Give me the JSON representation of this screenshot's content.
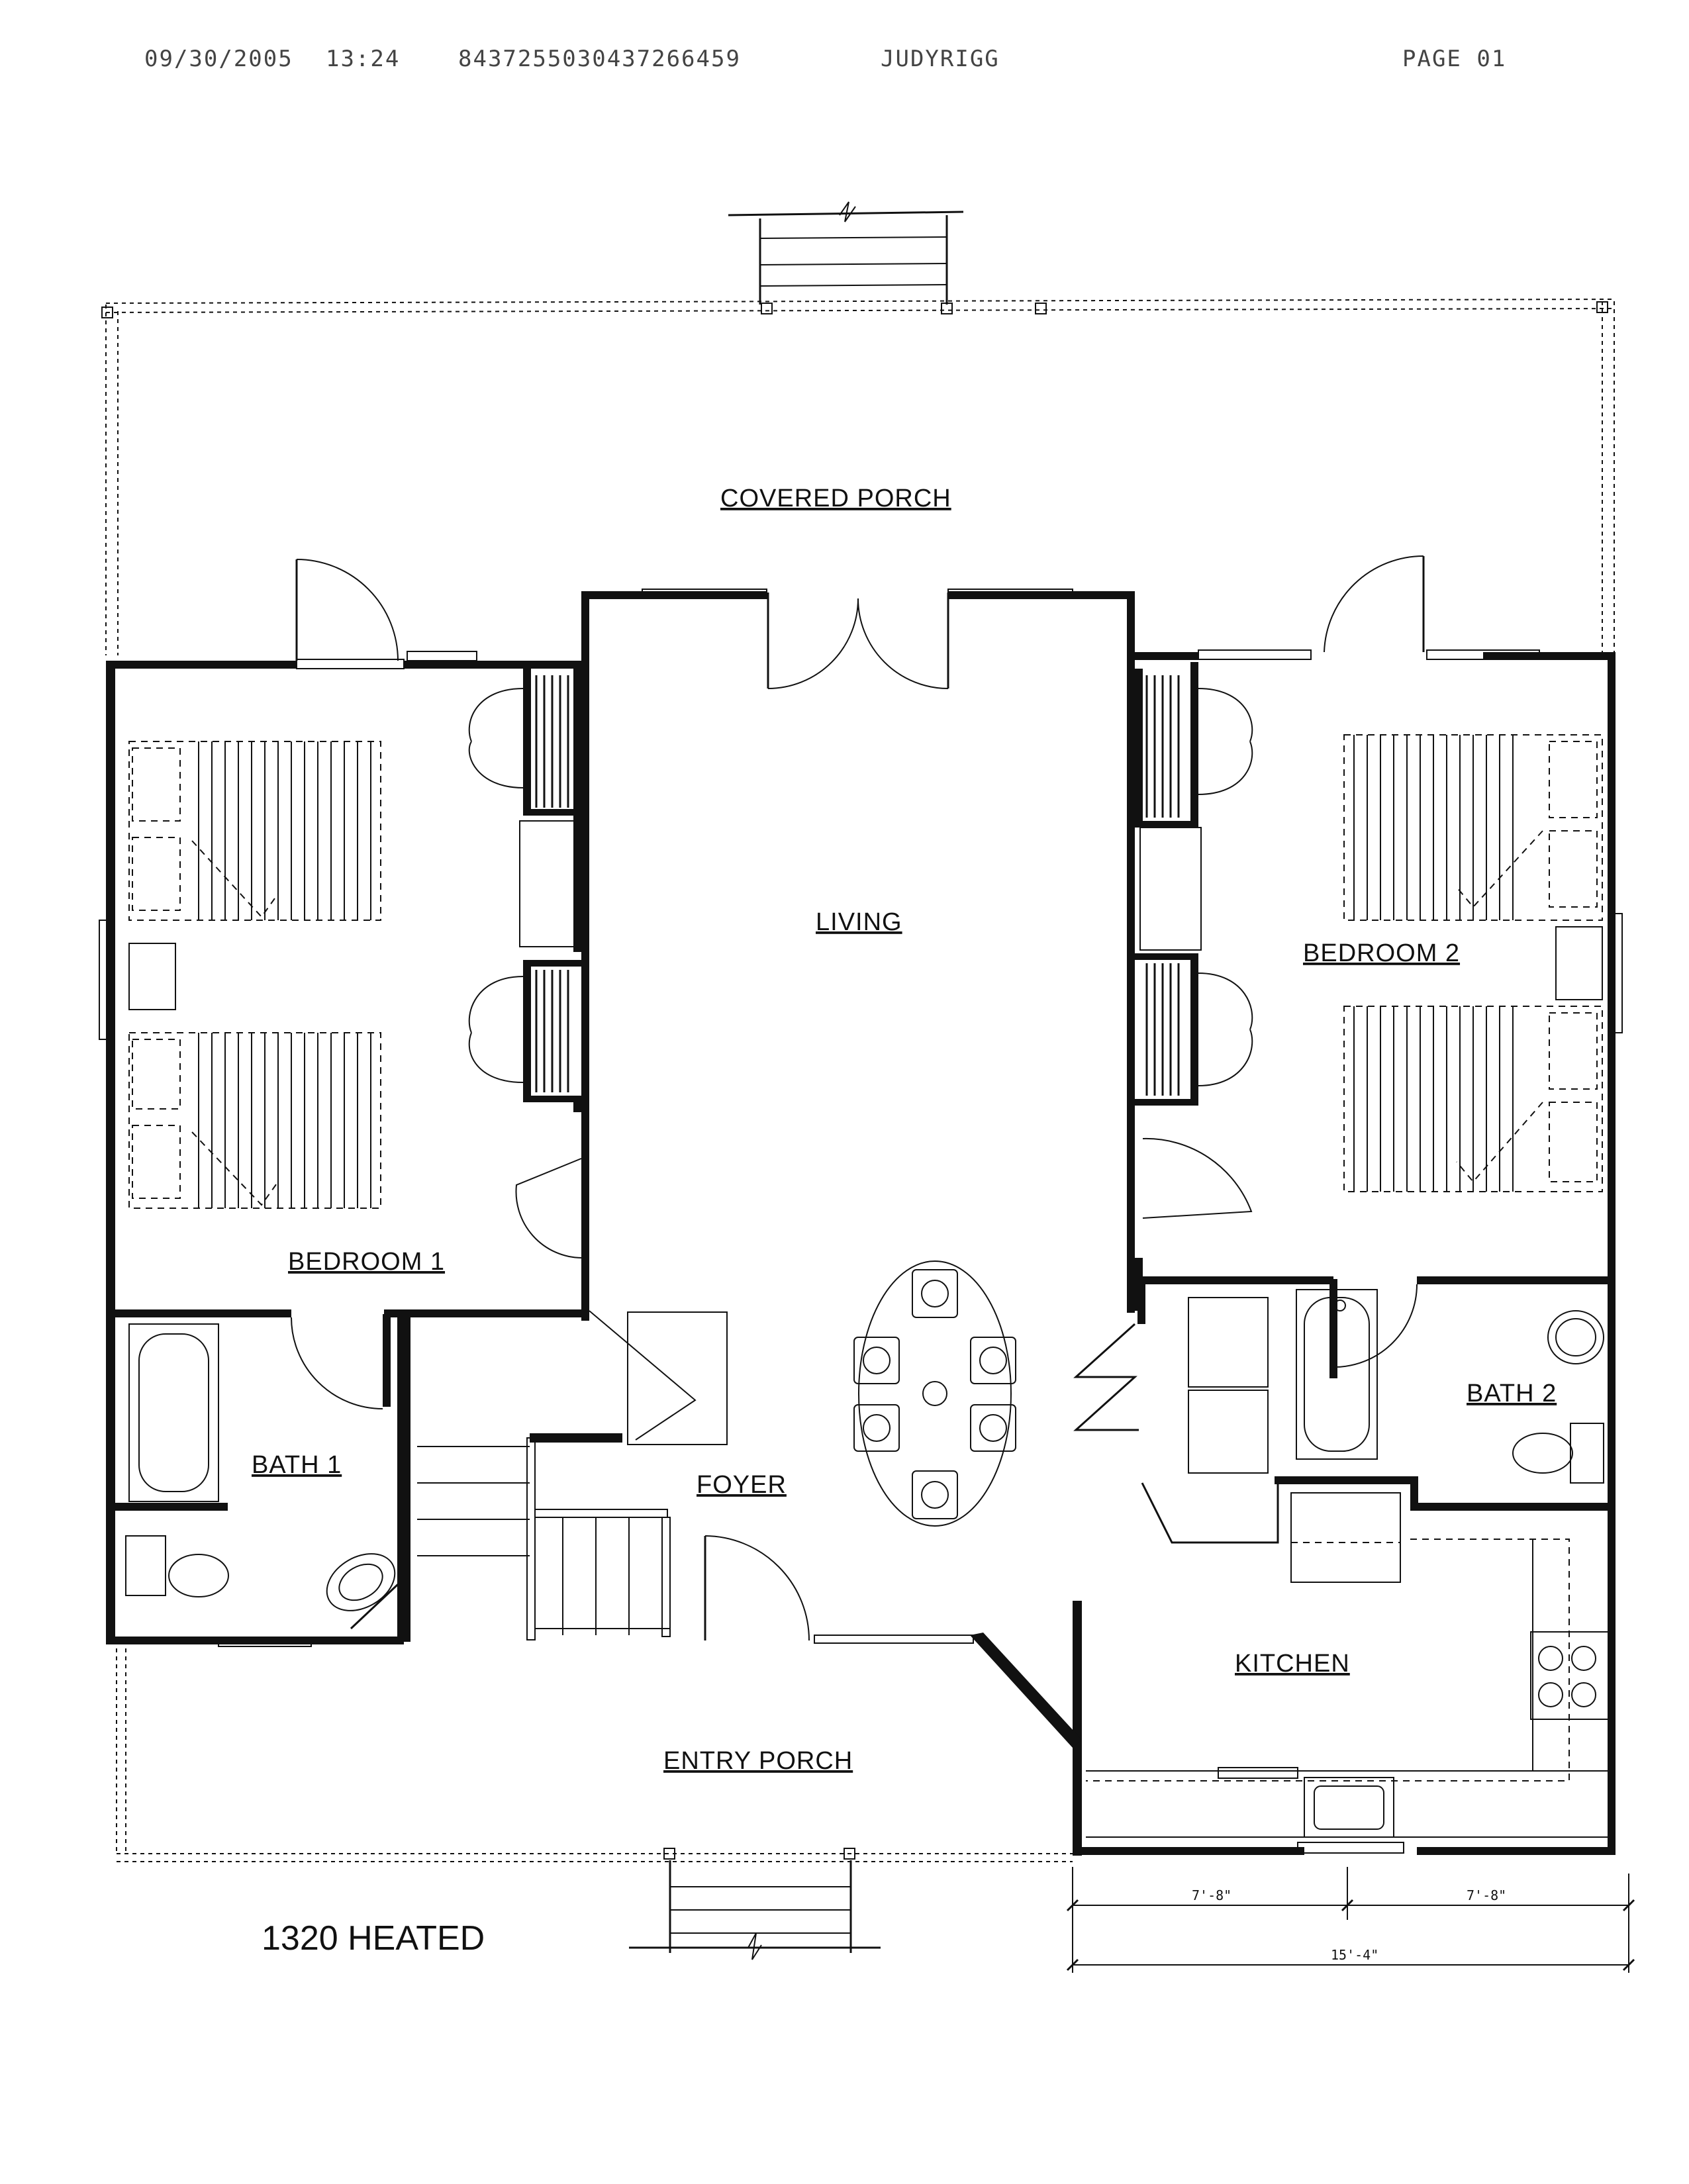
{
  "header": {
    "date": "09/30/2005",
    "time": "13:24",
    "fax_number": "8437255030437266459",
    "sender": "JUDYRIGG",
    "page": "PAGE  01"
  },
  "rooms": {
    "covered_porch": "COVERED PORCH",
    "living": "LIVING",
    "bedroom_1": "BEDROOM 1",
    "bedroom_2": "BEDROOM 2",
    "bath_1": "BATH 1",
    "bath_2": "BATH 2",
    "foyer": "FOYER",
    "kitchen": "KITCHEN",
    "entry_porch": "ENTRY PORCH"
  },
  "dimensions": {
    "left": "7'-8\"",
    "right": "7'-8\"",
    "total": "15'-4\""
  },
  "heated_area": "1320 HEATED"
}
